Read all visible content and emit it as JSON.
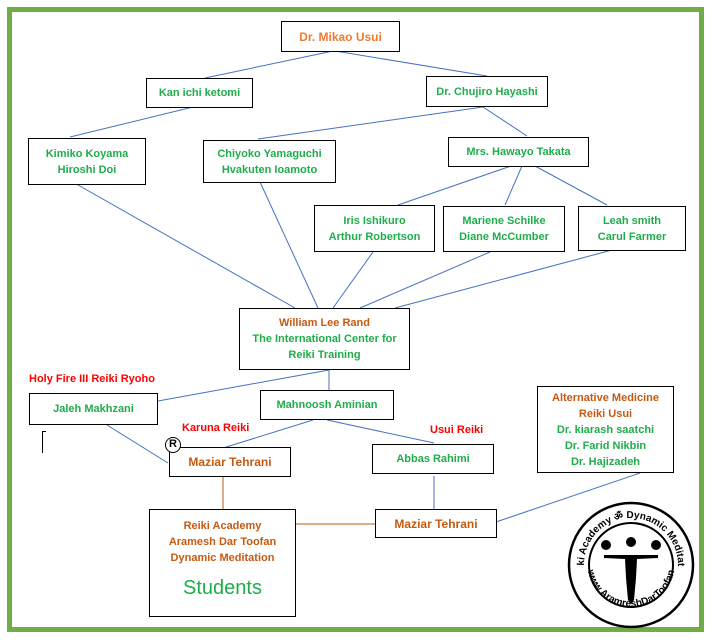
{
  "title": "Reiki Lineage Tree",
  "nodes": {
    "usui": {
      "lines": [
        "Dr. Mikao Usui"
      ]
    },
    "ketomi": {
      "lines": [
        "Kan ichi ketomi"
      ]
    },
    "hayashi": {
      "lines": [
        "Dr. Chujiro Hayashi"
      ]
    },
    "koyama": {
      "lines": [
        "Kimiko Koyama",
        "Hiroshi Doi"
      ]
    },
    "yamaguchi": {
      "lines": [
        "Chiyoko Yamaguchi",
        "Hvakuten Ioamoto"
      ]
    },
    "takata": {
      "lines": [
        "Mrs. Hawayo Takata"
      ]
    },
    "ishikuro": {
      "lines": [
        "Iris Ishikuro",
        "Arthur Robertson"
      ]
    },
    "schilke": {
      "lines": [
        "Mariene Schilke",
        "Diane McCumber"
      ]
    },
    "smith": {
      "lines": [
        "Leah smith",
        "Carul Farmer"
      ]
    },
    "rand": {
      "lines": [
        "William Lee Rand",
        "The International Center for",
        "Reiki Training"
      ]
    },
    "makhzani": {
      "lines": [
        "Jaleh Makhzani"
      ]
    },
    "aminian": {
      "lines": [
        "Mahnoosh Aminian"
      ]
    },
    "tehrani_left": {
      "lines": [
        "Maziar Tehrani"
      ]
    },
    "rahimi": {
      "lines": [
        "Abbas Rahimi"
      ]
    },
    "altmed": {
      "lines": [
        "Alternative Medicine",
        "Reiki Usui",
        "Dr. kiarash saatchi",
        "Dr. Farid Nikbin",
        "Dr. Hajizadeh"
      ]
    },
    "academy": {
      "lines": [
        "Reiki Academy",
        "Aramesh Dar Toofan",
        "Dynamic Meditation"
      ],
      "students": "Students"
    },
    "tehrani_right": {
      "lines": [
        "Maziar Tehrani"
      ]
    }
  },
  "labels": {
    "holy_fire": "Holy Fire III Reiki Ryoho",
    "karuna": "Karuna Reiki",
    "usui_reiki": "Usui Reiki",
    "registered": "R"
  },
  "logo": {
    "top_text": "Reiki Academy ॐ Dynamic Meditation",
    "bottom_text": "www.AramreshDarToofan",
    "symbol": "om-symbol"
  },
  "colors": {
    "frame": "#70ad47",
    "green_text": "#1fad4b",
    "orange_text": "#ed7d31",
    "brown_text": "#c55a11",
    "red_label": "#ff0000",
    "line_blue": "#4472c4",
    "line_orange": "#c55a11"
  }
}
